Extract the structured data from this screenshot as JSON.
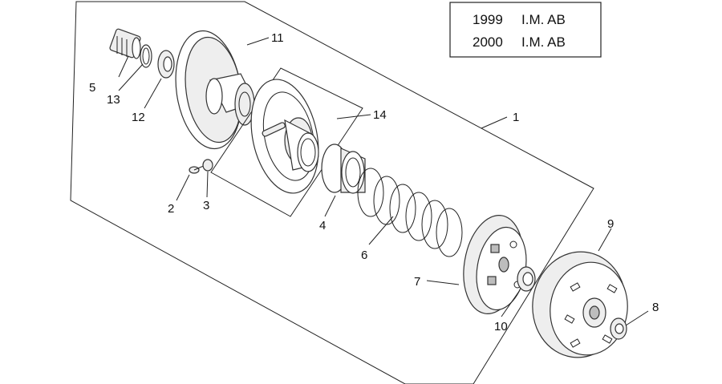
{
  "legend_box": {
    "rows": [
      {
        "year": "1999",
        "code": "I.M. AB"
      },
      {
        "year": "2000",
        "code": "I.M. AB"
      }
    ]
  },
  "callouts": {
    "c1": "1",
    "c2": "2",
    "c3": "3",
    "c4": "4",
    "c5": "5",
    "c6": "6",
    "c7": "7",
    "c8": "8",
    "c9": "9",
    "c10": "10",
    "c11": "11",
    "c12": "12",
    "c13": "13",
    "c14": "14"
  },
  "colors": {
    "line": "#222222",
    "fill": "#ffffff"
  }
}
